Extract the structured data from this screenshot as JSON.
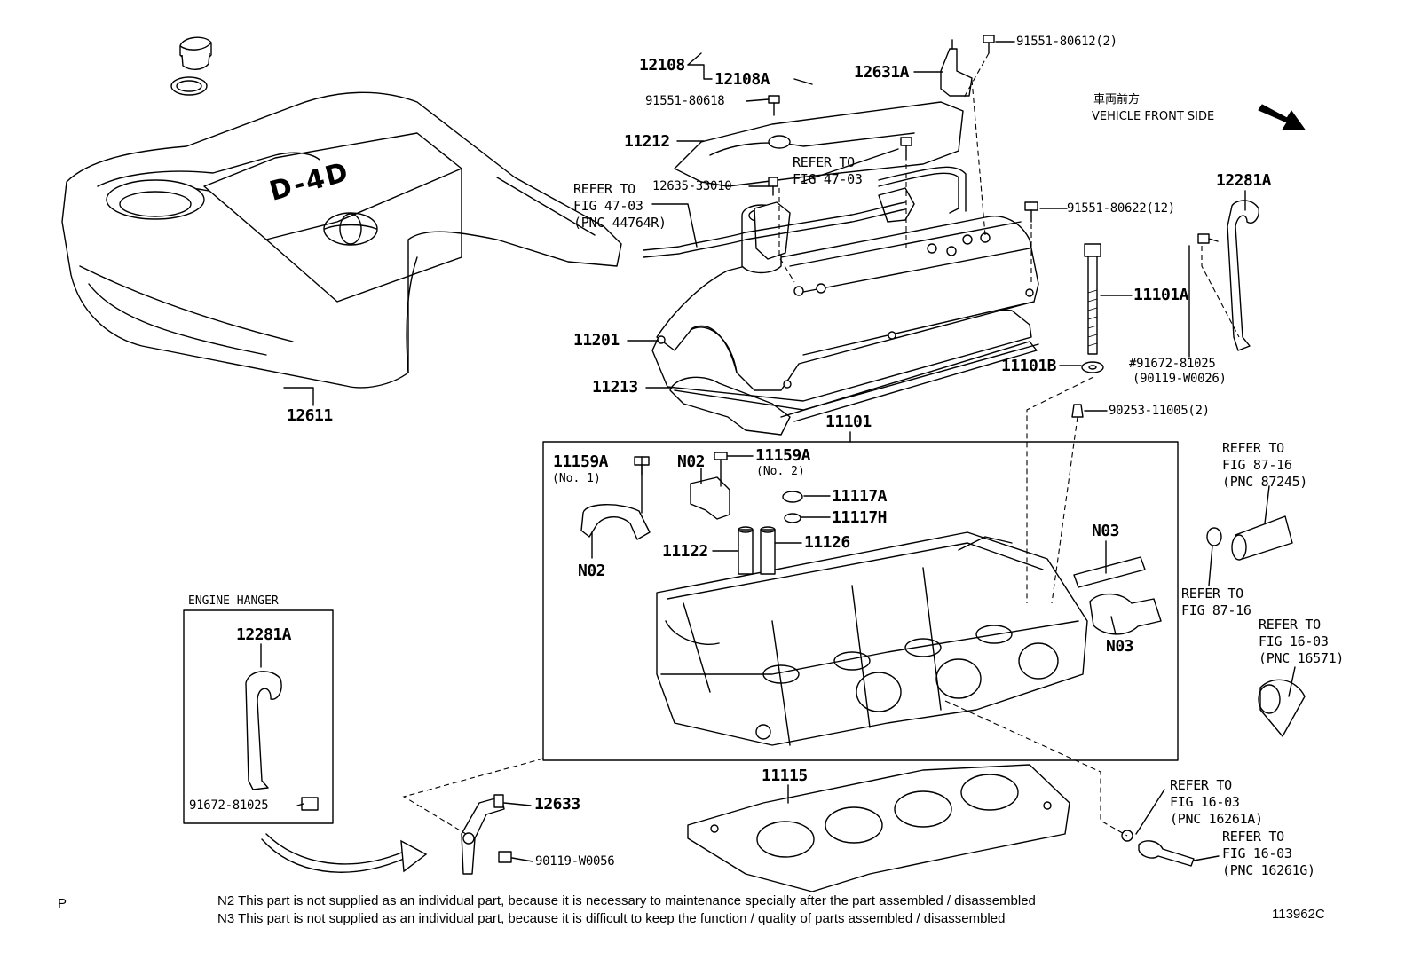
{
  "vehicle_front": {
    "jp": "車両前方",
    "en": "VEHICLE FRONT SIDE"
  },
  "engine_hanger": {
    "title": "ENGINE HANGER",
    "part": "12281A",
    "bolt": "91672-81025"
  },
  "logo_text": "D-4D",
  "parts": {
    "p12108": "12108",
    "p12108A": "12108A",
    "p91551_80618": "91551-80618",
    "p12631A": "12631A",
    "p91551_80612": "91551-80612(2)",
    "p11212": "11212",
    "p12635": "12635-33010",
    "p91551_80622": "91551-80622(12)",
    "p12281A": "12281A",
    "p11101A": "11101A",
    "p91672": "#91672-81025",
    "p90119_26": "(90119-W0026)",
    "p11201": "11201",
    "p11213": "11213",
    "p11101B": "11101B",
    "p90253": "90253-11005(2)",
    "p12611": "12611",
    "p11101": "11101",
    "p11159A_1": "11159A",
    "no1": "(No. 1)",
    "pN02a": "N02",
    "p11159A_2": "11159A",
    "no2": "(No. 2)",
    "p11117A": "11117A",
    "p11117H": "11117H",
    "p11122": "11122",
    "p11126": "11126",
    "pN02b": "N02",
    "pN03a": "N03",
    "pN03b": "N03",
    "p11115": "11115",
    "p12633": "12633",
    "p90119_56": "90119-W0056"
  },
  "refs": {
    "r1": [
      "REFER TO",
      "FIG 47-03",
      "(PNC 44764R)"
    ],
    "r2": [
      "REFER TO",
      "FIG 47-03"
    ],
    "r3": [
      "REFER TO",
      "FIG 87-16",
      "(PNC 87245)"
    ],
    "r4": [
      "REFER TO",
      "FIG 87-16"
    ],
    "r5": [
      "REFER TO",
      "FIG 16-03",
      "(PNC 16571)"
    ],
    "r6": [
      "REFER TO",
      "FIG 16-03",
      "(PNC 16261A)"
    ],
    "r7": [
      "REFER TO",
      "FIG 16-03",
      "(PNC 16261G)"
    ]
  },
  "notes": {
    "n2": "N2  This part is not supplied as an individual part, because it is necessary to maintenance specially after the part assembled / disassembled",
    "n3": "N3  This part is not supplied as an individual part, because it is difficult to keep the function / quality of parts  assembled / disassembled"
  },
  "corner_left": "P",
  "figure_id": "113962C"
}
